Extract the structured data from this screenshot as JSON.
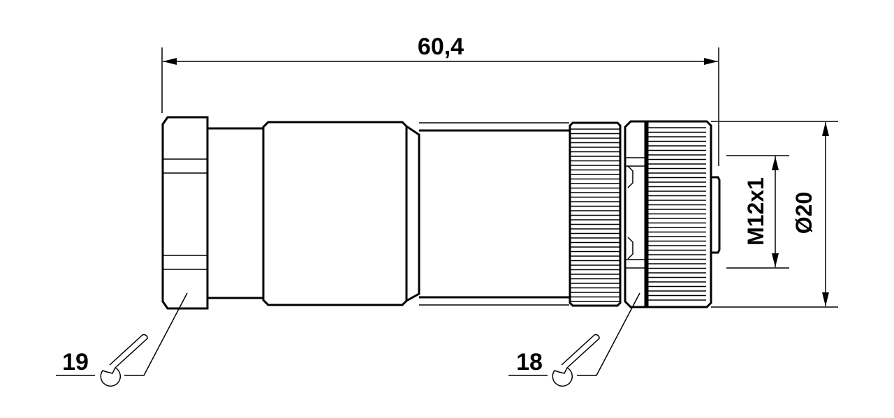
{
  "dimensions": {
    "overall_length": "60,4",
    "thread": "M12x1",
    "diameter": "Ø20"
  },
  "wrench_sizes": {
    "hex_nut": "19",
    "coupling_nut": "18"
  },
  "icons": {
    "wrench": "open-end-wrench-icon"
  }
}
